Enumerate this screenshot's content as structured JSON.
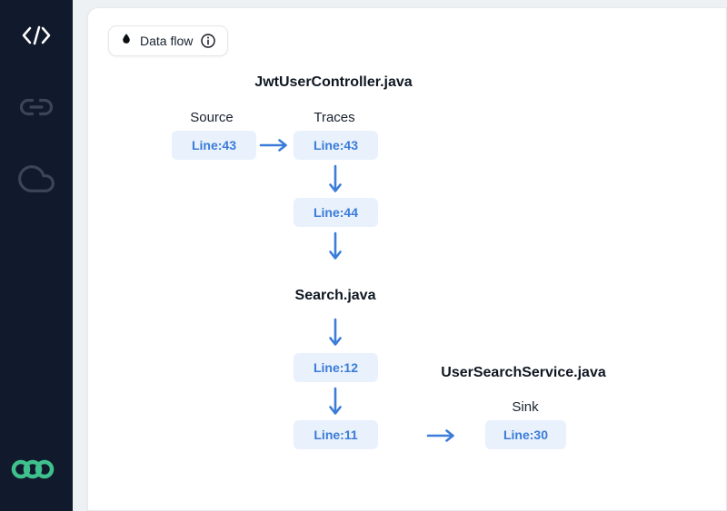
{
  "colors": {
    "sidebar_bg": "#111a2c",
    "sidebar_icon_muted": "#3c4557",
    "sidebar_icon_active": "#ffffff",
    "logo_green": "#3fc18e",
    "accent_blue": "#3b7cd8",
    "chip_bg": "#e8f1fc",
    "panel_bg": "#ffffff",
    "panel_border": "#e7e9ee",
    "text_dark": "#0f1722"
  },
  "sidebar": {
    "items": [
      {
        "icon": "code-icon",
        "active": true
      },
      {
        "icon": "link-icon",
        "active": false
      },
      {
        "icon": "cloud-icon",
        "active": false
      }
    ],
    "logo_icon": "three-rings-logo"
  },
  "toolbar": {
    "dataflow_icon": "droplet-icon",
    "dataflow_label": "Data flow",
    "info_icon": "info-icon"
  },
  "flow": {
    "file1": {
      "title": "JwtUserController.java",
      "source_label": "Source",
      "traces_label": "Traces",
      "source_node": "Line:43",
      "trace_nodes": [
        "Line:43",
        "Line:44"
      ]
    },
    "file2": {
      "title": "Search.java",
      "trace_nodes": [
        "Line:12",
        "Line:11"
      ]
    },
    "file3": {
      "title": "UserSearchService.java",
      "sink_label": "Sink",
      "sink_node": "Line:30"
    }
  }
}
